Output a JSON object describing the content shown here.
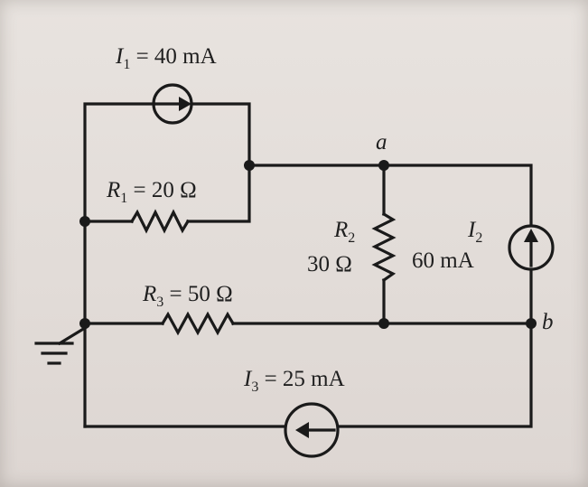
{
  "diagram": {
    "source_I1": {
      "symbol": "I",
      "sub": "1",
      "rest": " = 40 mA"
    },
    "resistor_R1": {
      "symbol": "R",
      "sub": "1",
      "rest": " = 20 Ω"
    },
    "resistor_R3": {
      "symbol": "R",
      "sub": "3",
      "rest": " = 50 Ω"
    },
    "resistor_R2": {
      "symbol": "R",
      "sub": "2",
      "value": "30 Ω"
    },
    "source_I2": {
      "symbol": "I",
      "sub": "2",
      "value": "60 mA"
    },
    "source_I3": {
      "symbol": "I",
      "sub": "3",
      "rest": " = 25 mA"
    },
    "node_a": "a",
    "node_b": "b",
    "ground_icon": "ground-icon",
    "colors": {
      "ink": "#1a1a1a",
      "paper": "#e5dfdb"
    }
  }
}
